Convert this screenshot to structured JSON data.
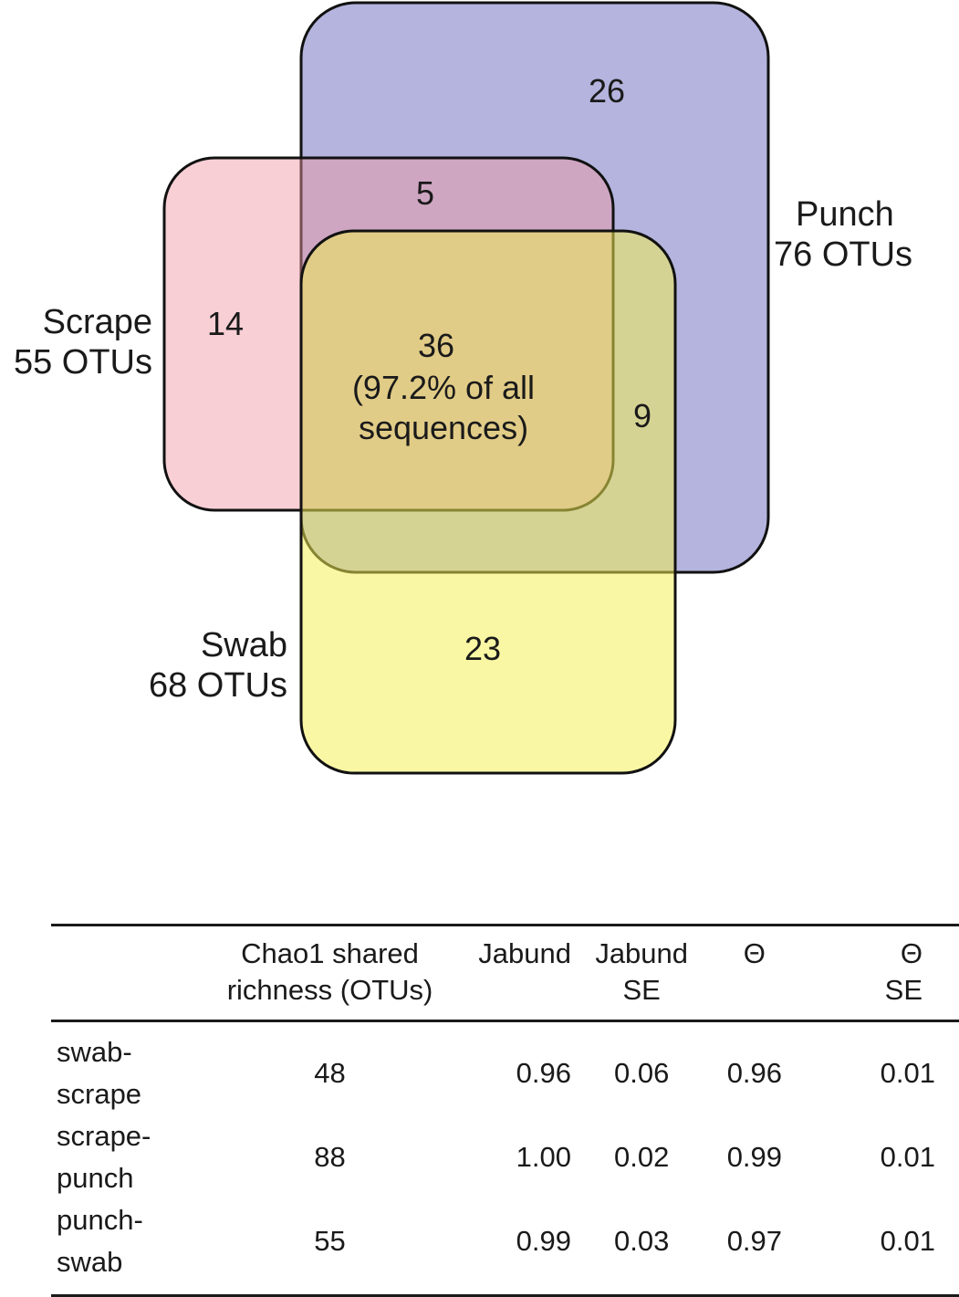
{
  "venn": {
    "sets": [
      {
        "id": "punch",
        "name": "Punch",
        "count_label": "76 OTUs",
        "color": "#6f6fc0"
      },
      {
        "id": "scrape",
        "name": "Scrape",
        "count_label": "55 OTUs",
        "color": "#ee95a0"
      },
      {
        "id": "swab",
        "name": "Swab",
        "count_label": "68 OTUs",
        "color": "#f4ef50"
      }
    ],
    "regions": {
      "punch_only": "26",
      "scrape_punch": "5",
      "scrape_only": "14",
      "all_three": "36",
      "all_three_note_1": "(97.2% of all",
      "all_three_note_2": "sequences)",
      "punch_swab": "9",
      "swab_only": "23"
    }
  },
  "table": {
    "headers": {
      "chao1_line1": "Chao1 shared",
      "chao1_line2": "richness (OTUs)",
      "jabund": "Jabund",
      "jabund_se_line1": "Jabund",
      "jabund_se_line2": "SE",
      "theta": "Θ",
      "theta_se_line1": "Θ",
      "theta_se_line2": "SE"
    },
    "rows": [
      {
        "pair": "swab-scrape",
        "chao1": "48",
        "jabund": "0.96",
        "jabund_se": "0.06",
        "theta": "0.96",
        "theta_se": "0.01"
      },
      {
        "pair": "scrape-punch",
        "chao1": "88",
        "jabund": "1.00",
        "jabund_se": "0.02",
        "theta": "0.99",
        "theta_se": "0.01"
      },
      {
        "pair": "punch-swab",
        "chao1": "55",
        "jabund": "0.99",
        "jabund_se": "0.03",
        "theta": "0.97",
        "theta_se": "0.01"
      }
    ]
  }
}
